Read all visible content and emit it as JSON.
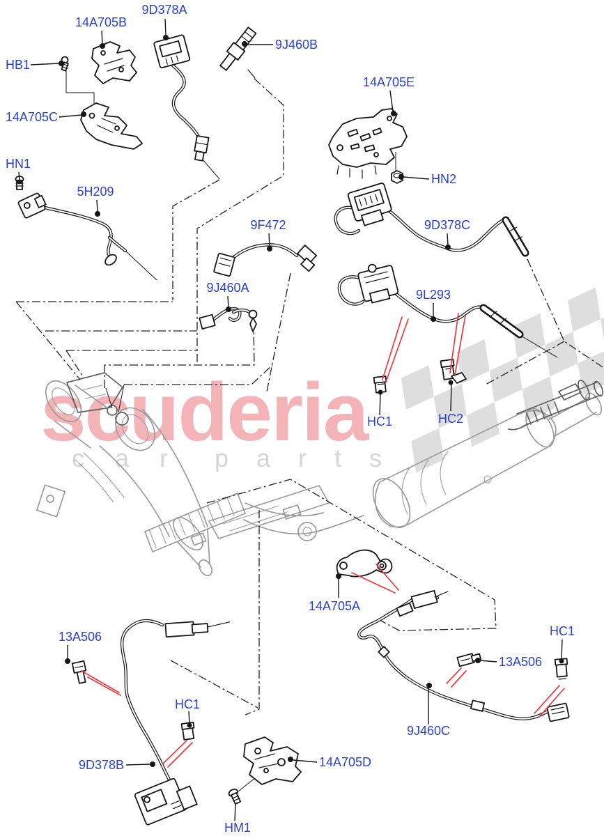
{
  "watermark": {
    "brand": "scuderia",
    "tagline_word1": "car",
    "tagline_word2": "parts",
    "brand_color": "#f4b4b7",
    "tagline_color": "#d6d6d6",
    "checker_color": "#dedede"
  },
  "diagram": {
    "label_color": "#2a3fd6",
    "arrow_color": "#e93a3e",
    "line_color": "#161616",
    "drawing_color": "#9b9b9b",
    "labels": [
      {
        "text": "14A705B"
      },
      {
        "text": "9D378A"
      },
      {
        "text": "9J460B"
      },
      {
        "text": "HB1"
      },
      {
        "text": "14A705C"
      },
      {
        "text": "14A705E"
      },
      {
        "text": "HN2"
      },
      {
        "text": "HN1"
      },
      {
        "text": "5H209"
      },
      {
        "text": "9F472"
      },
      {
        "text": "9J460A"
      },
      {
        "text": "9D378C"
      },
      {
        "text": "9L293"
      },
      {
        "text": "HC1"
      },
      {
        "text": "HC2"
      },
      {
        "text": "14A705A"
      },
      {
        "text": "13A506"
      },
      {
        "text": "HC1"
      },
      {
        "text": "9D378B"
      },
      {
        "text": "14A705D"
      },
      {
        "text": "HM1"
      },
      {
        "text": "9J460C"
      },
      {
        "text": "13A506"
      },
      {
        "text": "HC1"
      }
    ]
  }
}
